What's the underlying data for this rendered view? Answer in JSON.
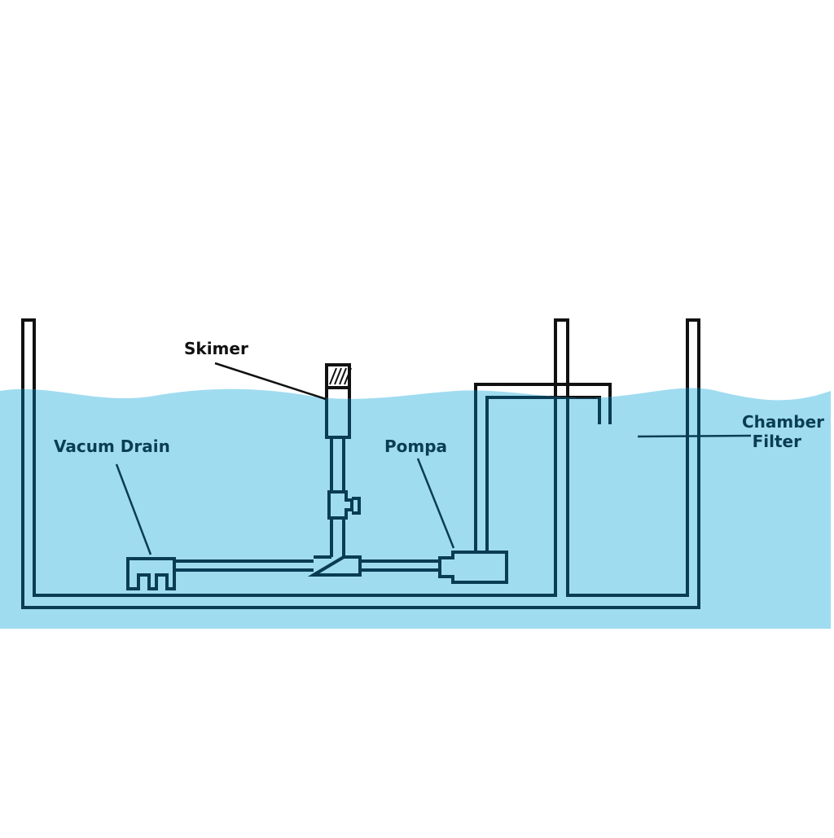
{
  "diagram": {
    "title": "",
    "colors": {
      "water": "#a0dcf0",
      "line_underwater": "#0a3d55",
      "line_above_water": "#111111",
      "background": "#ffffff"
    },
    "labels": {
      "skimer": "Skimer",
      "vacum_drain": "Vacum Drain",
      "pompa": "Pompa",
      "chamber_line1": "Chamber",
      "chamber_line2": "Filter"
    },
    "components": [
      {
        "id": "pond-main",
        "name": "Main pond"
      },
      {
        "id": "chamber-filter",
        "name": "Chamber Filter"
      },
      {
        "id": "skimer",
        "name": "Skimer"
      },
      {
        "id": "valve",
        "name": "Valve"
      },
      {
        "id": "tee-joint",
        "name": "Tee joint"
      },
      {
        "id": "vacum-drain",
        "name": "Vacum Drain"
      },
      {
        "id": "pompa",
        "name": "Pompa"
      },
      {
        "id": "return-pipe",
        "name": "Return pipe to filter"
      }
    ]
  }
}
